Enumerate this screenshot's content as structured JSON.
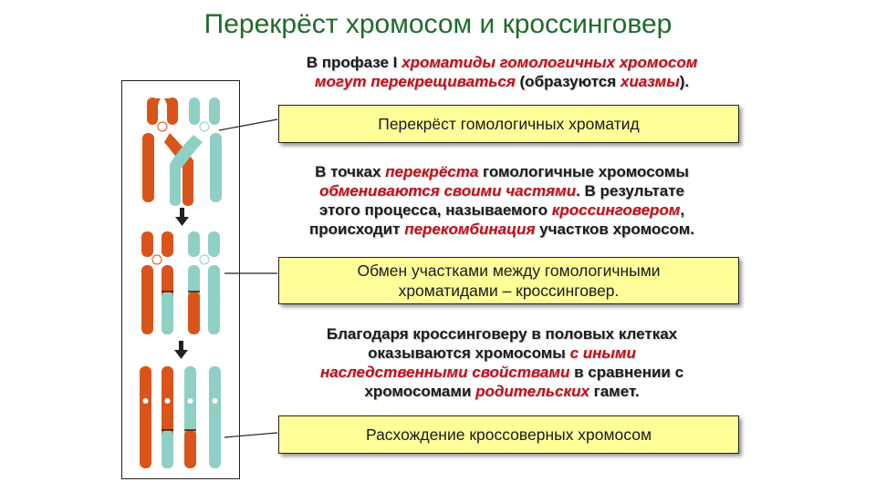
{
  "title": "Перекрёст хромосом и кроссинговер",
  "intro": {
    "line1": [
      "В профазе I ",
      "хроматиды гомологичных хромосом"
    ],
    "line2": [
      "могут перекрещиваться",
      " (образуются ",
      "хиазмы",
      ")."
    ]
  },
  "callouts": [
    {
      "lines": [
        "Перекрёст гомологичных хроматид"
      ]
    },
    {
      "lines": [
        "Обмен участками между гомологичными",
        "хроматидами – кроссинговер."
      ]
    },
    {
      "lines": [
        "Расхождение кроссоверных хромосом"
      ]
    }
  ],
  "middle_text": {
    "line1": [
      "В точках ",
      "перекрёста",
      " гомологичные хромосомы"
    ],
    "line2": [
      "обмениваются своими частями",
      ". В результате"
    ],
    "line3": [
      "этого процесса, называемого ",
      "кроссинговером",
      ","
    ],
    "line4": [
      "происходит ",
      "перекомбинация",
      " участков хромосом."
    ]
  },
  "bottom_text": {
    "line1": [
      "Благодаря кроссинговеру в половых клетках"
    ],
    "line2": [
      "оказываются хромосомы ",
      "с иными"
    ],
    "line3": [
      "наследственными свойствами",
      " в сравнении с"
    ],
    "line4": [
      "хромосомами ",
      "родительских",
      " гамет."
    ]
  },
  "colors": {
    "title": "#1f6b2a",
    "highlight": "#c0101a",
    "callout_bg": "#ffff99",
    "chromosome_orange": "#d9541a",
    "chromosome_teal": "#8fd0c4"
  },
  "stages": [
    "crossing-over of chromatids",
    "exchange of segments",
    "separation of crossover chromosomes"
  ]
}
